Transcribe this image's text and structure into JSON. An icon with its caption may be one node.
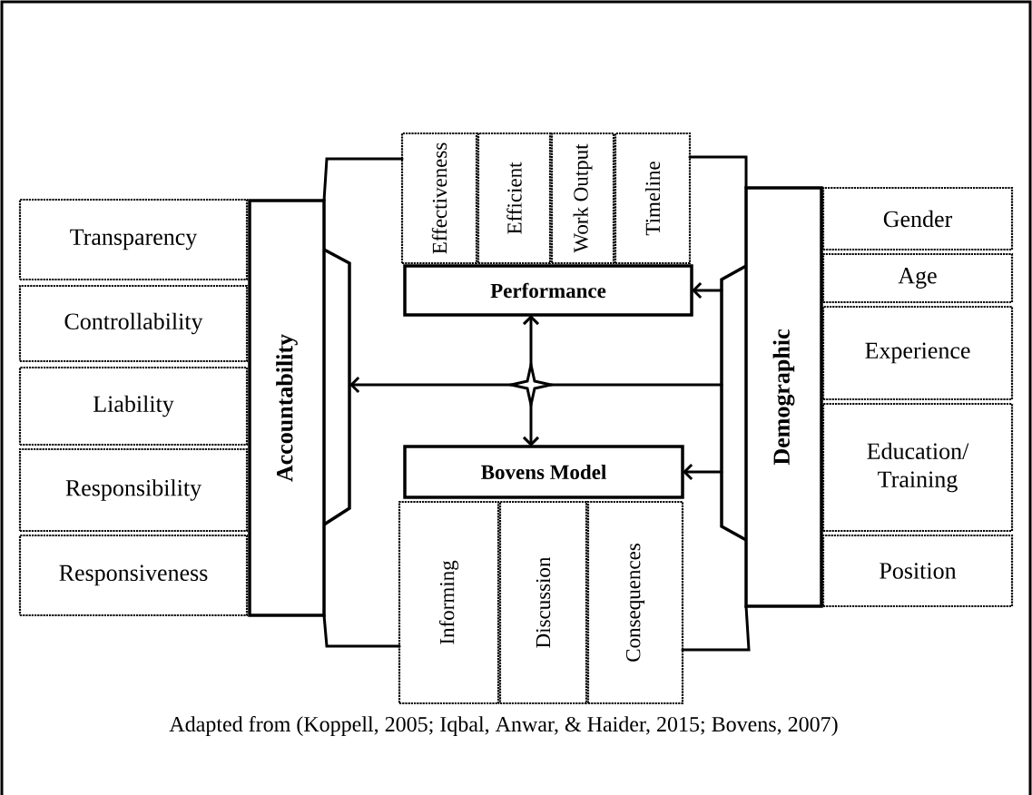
{
  "diagram": {
    "caption": "Adapted from (Koppell, 2005; Iqbal, Anwar, & Haider, 2015; Bovens, 2007)",
    "nodes": [
      {
        "text": [
          "Transparency"
        ]
      },
      {
        "text": [
          "Controllability"
        ]
      },
      {
        "text": [
          "Liability"
        ]
      },
      {
        "text": [
          "Responsibility"
        ]
      },
      {
        "text": [
          "Responsiveness"
        ]
      },
      {
        "text": [
          "Accountability"
        ]
      },
      {
        "text": [],
        "shape": "box"
      },
      {
        "text": [
          "Effectiveness"
        ]
      },
      {
        "text": [
          "Efficient"
        ]
      },
      {
        "text": [
          "Work Output"
        ]
      },
      {
        "text": [
          "Timeline"
        ]
      },
      {
        "text": [
          "Performance"
        ]
      },
      {
        "text": [],
        "shape": "star"
      },
      {
        "text": [
          "Bovens Model"
        ]
      },
      {
        "text": [
          "Informing"
        ]
      },
      {
        "text": [
          "Discussion"
        ]
      },
      {
        "text": [
          "Consequences"
        ]
      },
      {
        "text": [],
        "shape": "box"
      },
      {
        "text": [
          "Demographic"
        ]
      },
      {
        "text": [
          "Gender"
        ]
      },
      {
        "text": [
          "Age"
        ]
      },
      {
        "text": [
          "Experience"
        ]
      },
      {
        "text": [
          "Education/ Training"
        ]
      },
      {
        "text": [
          "Position"
        ]
      }
    ],
    "edges": [
      {
        "from": 17,
        "to": 12,
        "arrow": "none"
      },
      {
        "from": 12,
        "to": 6,
        "arrow": "to"
      },
      {
        "from": 12,
        "to": 11,
        "arrow": "to"
      },
      {
        "from": 12,
        "to": 13,
        "arrow": "to"
      },
      {
        "from": 17,
        "to": 11,
        "arrow": "to"
      },
      {
        "from": 17,
        "to": 13,
        "arrow": "to"
      },
      {
        "from": 5,
        "to": 7,
        "arrow": "none"
      },
      {
        "from": 5,
        "to": 14,
        "arrow": "none"
      },
      {
        "from": 18,
        "to": 10,
        "arrow": "none"
      },
      {
        "from": 18,
        "to": 16,
        "arrow": "none"
      }
    ]
  }
}
